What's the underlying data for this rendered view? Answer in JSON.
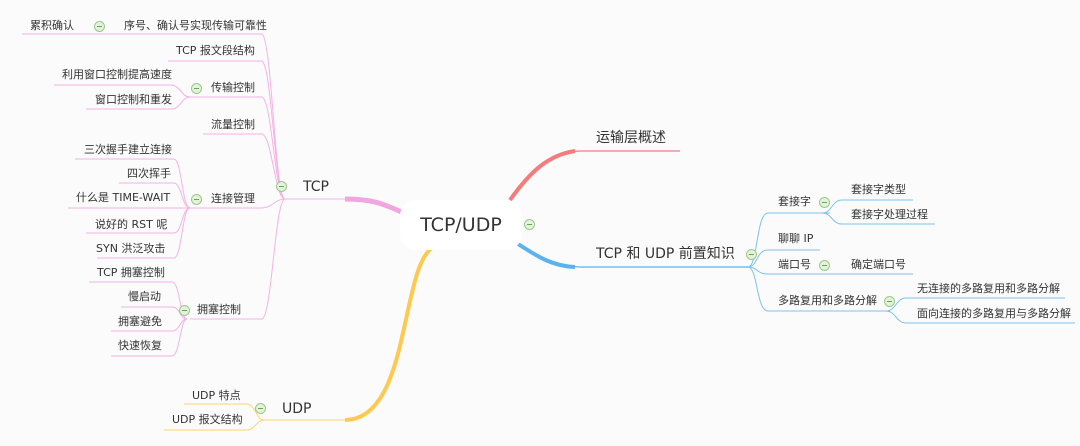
{
  "root": {
    "label": "TCP/UDP"
  },
  "branches": {
    "tcp": {
      "label": "TCP",
      "children": [
        {
          "label": "序号、确认号实现传输可靠性",
          "children": [
            "累积确认"
          ]
        },
        {
          "label": "TCP 报文段结构"
        },
        {
          "label": "传输控制",
          "children": [
            "利用窗口控制提高速度",
            "窗口控制和重发"
          ]
        },
        {
          "label": "流量控制"
        },
        {
          "label": "连接管理",
          "children": [
            "三次握手建立连接",
            "四次挥手",
            "什么是 TIME-WAIT",
            "说好的 RST 呢",
            "SYN 洪泛攻击"
          ]
        },
        {
          "label": "拥塞控制",
          "children": [
            "TCP 拥塞控制",
            "慢启动",
            "拥塞避免",
            "快速恢复"
          ]
        }
      ]
    },
    "udp": {
      "label": "UDP",
      "children": [
        "UDP 特点",
        "UDP 报文结构"
      ]
    },
    "overview": {
      "label": "运输层概述"
    },
    "prereq": {
      "label": "TCP 和 UDP 前置知识",
      "children": [
        {
          "label": "套接字",
          "children": [
            "套接字类型",
            "套接字处理过程"
          ]
        },
        {
          "label": "聊聊 IP"
        },
        {
          "label": "端口号",
          "children": [
            "确定端口号"
          ]
        },
        {
          "label": "多路复用和多路分解",
          "children": [
            "无连接的多路复用和多路分解",
            "面向连接的多路复用与多路分解"
          ]
        }
      ]
    }
  },
  "colors": {
    "tcp": "#f0a6df",
    "udp": "#fdc94f",
    "overview": "#f47c7c",
    "prereq": "#5bb3ee",
    "collapse": "#9bc98a"
  }
}
